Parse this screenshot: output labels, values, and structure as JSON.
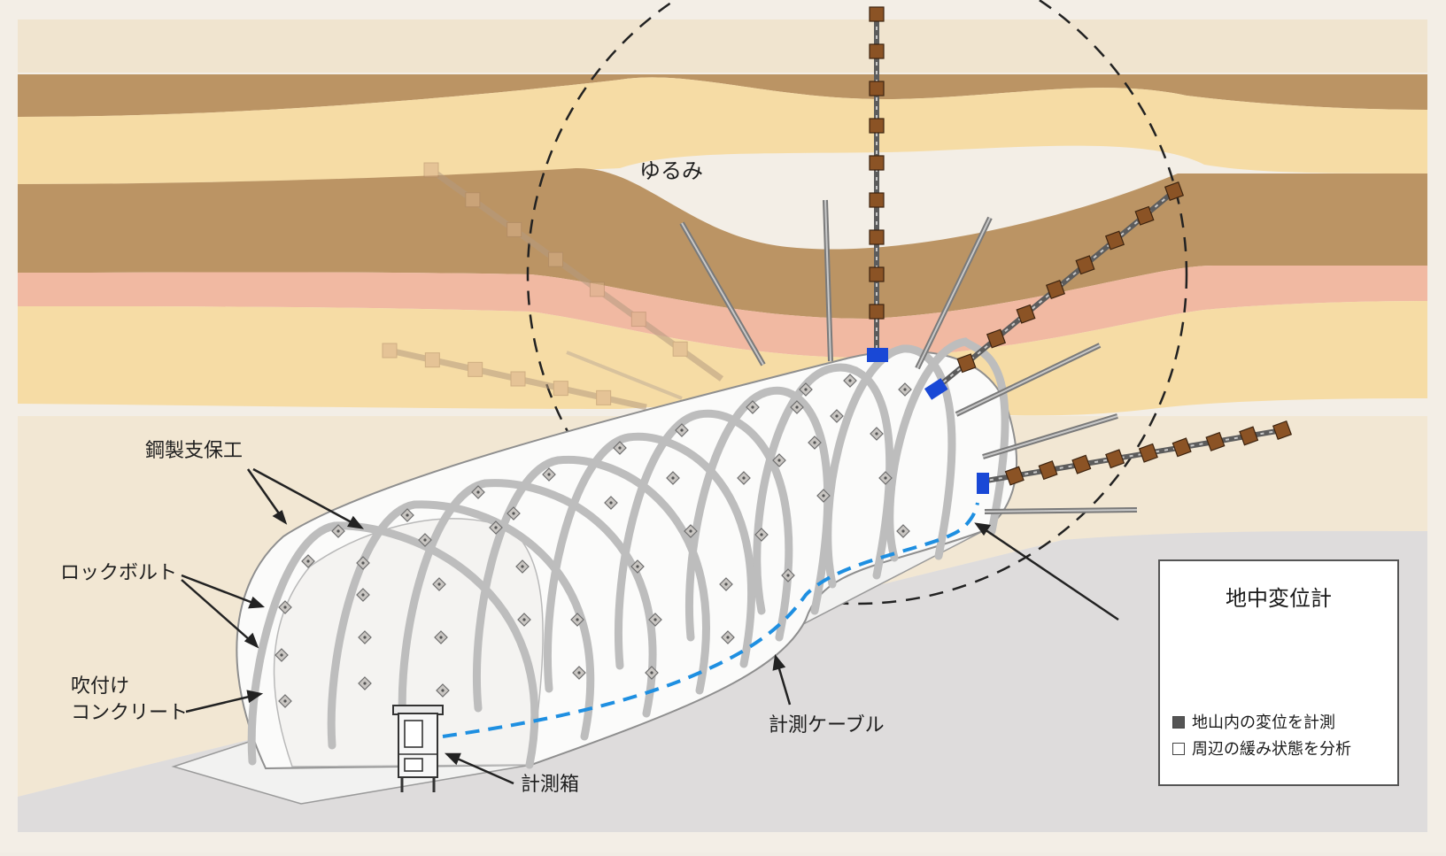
{
  "diagram": {
    "loosening_label": "ゆるみ",
    "steel_support_label": "鋼製支保工",
    "rock_bolt_label": "ロックボルト",
    "shotcrete_label_line1": "吹付け",
    "shotcrete_label_line2": "コンクリート",
    "measurement_cable_label": "計測ケーブル",
    "measurement_box_label": "計測箱"
  },
  "legend": {
    "title": "地中変位計",
    "items": [
      {
        "label": "地山内の変位を計測",
        "swatch": "filled"
      },
      {
        "label": "周辺の緩み状態を分析",
        "swatch": "hollow"
      }
    ]
  },
  "colors": {
    "stratum_brown": "#bb9464",
    "stratum_yellow": "#f5dda8",
    "stratum_pink": "#f1b9a2",
    "stratum_light": "#f6e3bd",
    "ground": "#f2e7d3",
    "floor": "#dedcdc",
    "cable_blue": "#1e8fe1",
    "sensor_blue": "#1948d6",
    "extensometer_anchor": "#8b5325"
  }
}
